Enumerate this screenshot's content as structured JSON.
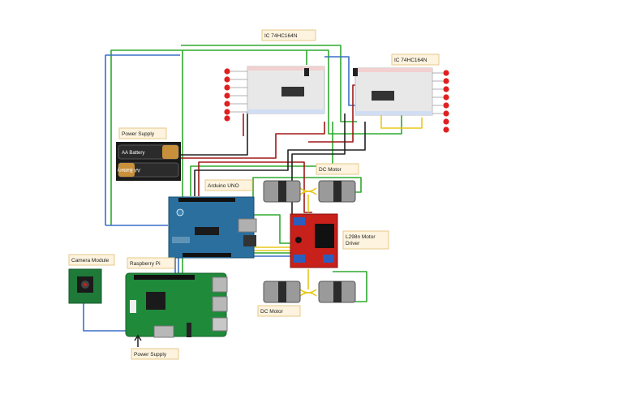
{
  "labels": {
    "ic_left": "IC 74HC164N",
    "ic_right": "IC 74HC164N",
    "power_supply_top": "Power Supply",
    "arduino": "Arduino UNO",
    "dc_motor_top": "DC Motor",
    "l298n": "L298n Motor Driver",
    "camera": "Camera Module",
    "raspberry_pi": "Raspberry Pi",
    "dc_motor_bottom": "DC Motor",
    "power_supply_bottom": "Power Supply"
  },
  "battery": {
    "top_text": "AA Battery",
    "bottom_text": "AA Battery"
  },
  "colors": {
    "wire_green": "#2eaa2e",
    "wire_red": "#a01818",
    "wire_black": "#222222",
    "wire_yellow": "#e8c81a",
    "wire_blue": "#3a6fc8",
    "arduino_blue": "#2a6f9e",
    "pi_green": "#1f8a3a",
    "driver_red": "#c8201a",
    "label_bg": "#fdf3de",
    "led_red": "#e02020"
  }
}
